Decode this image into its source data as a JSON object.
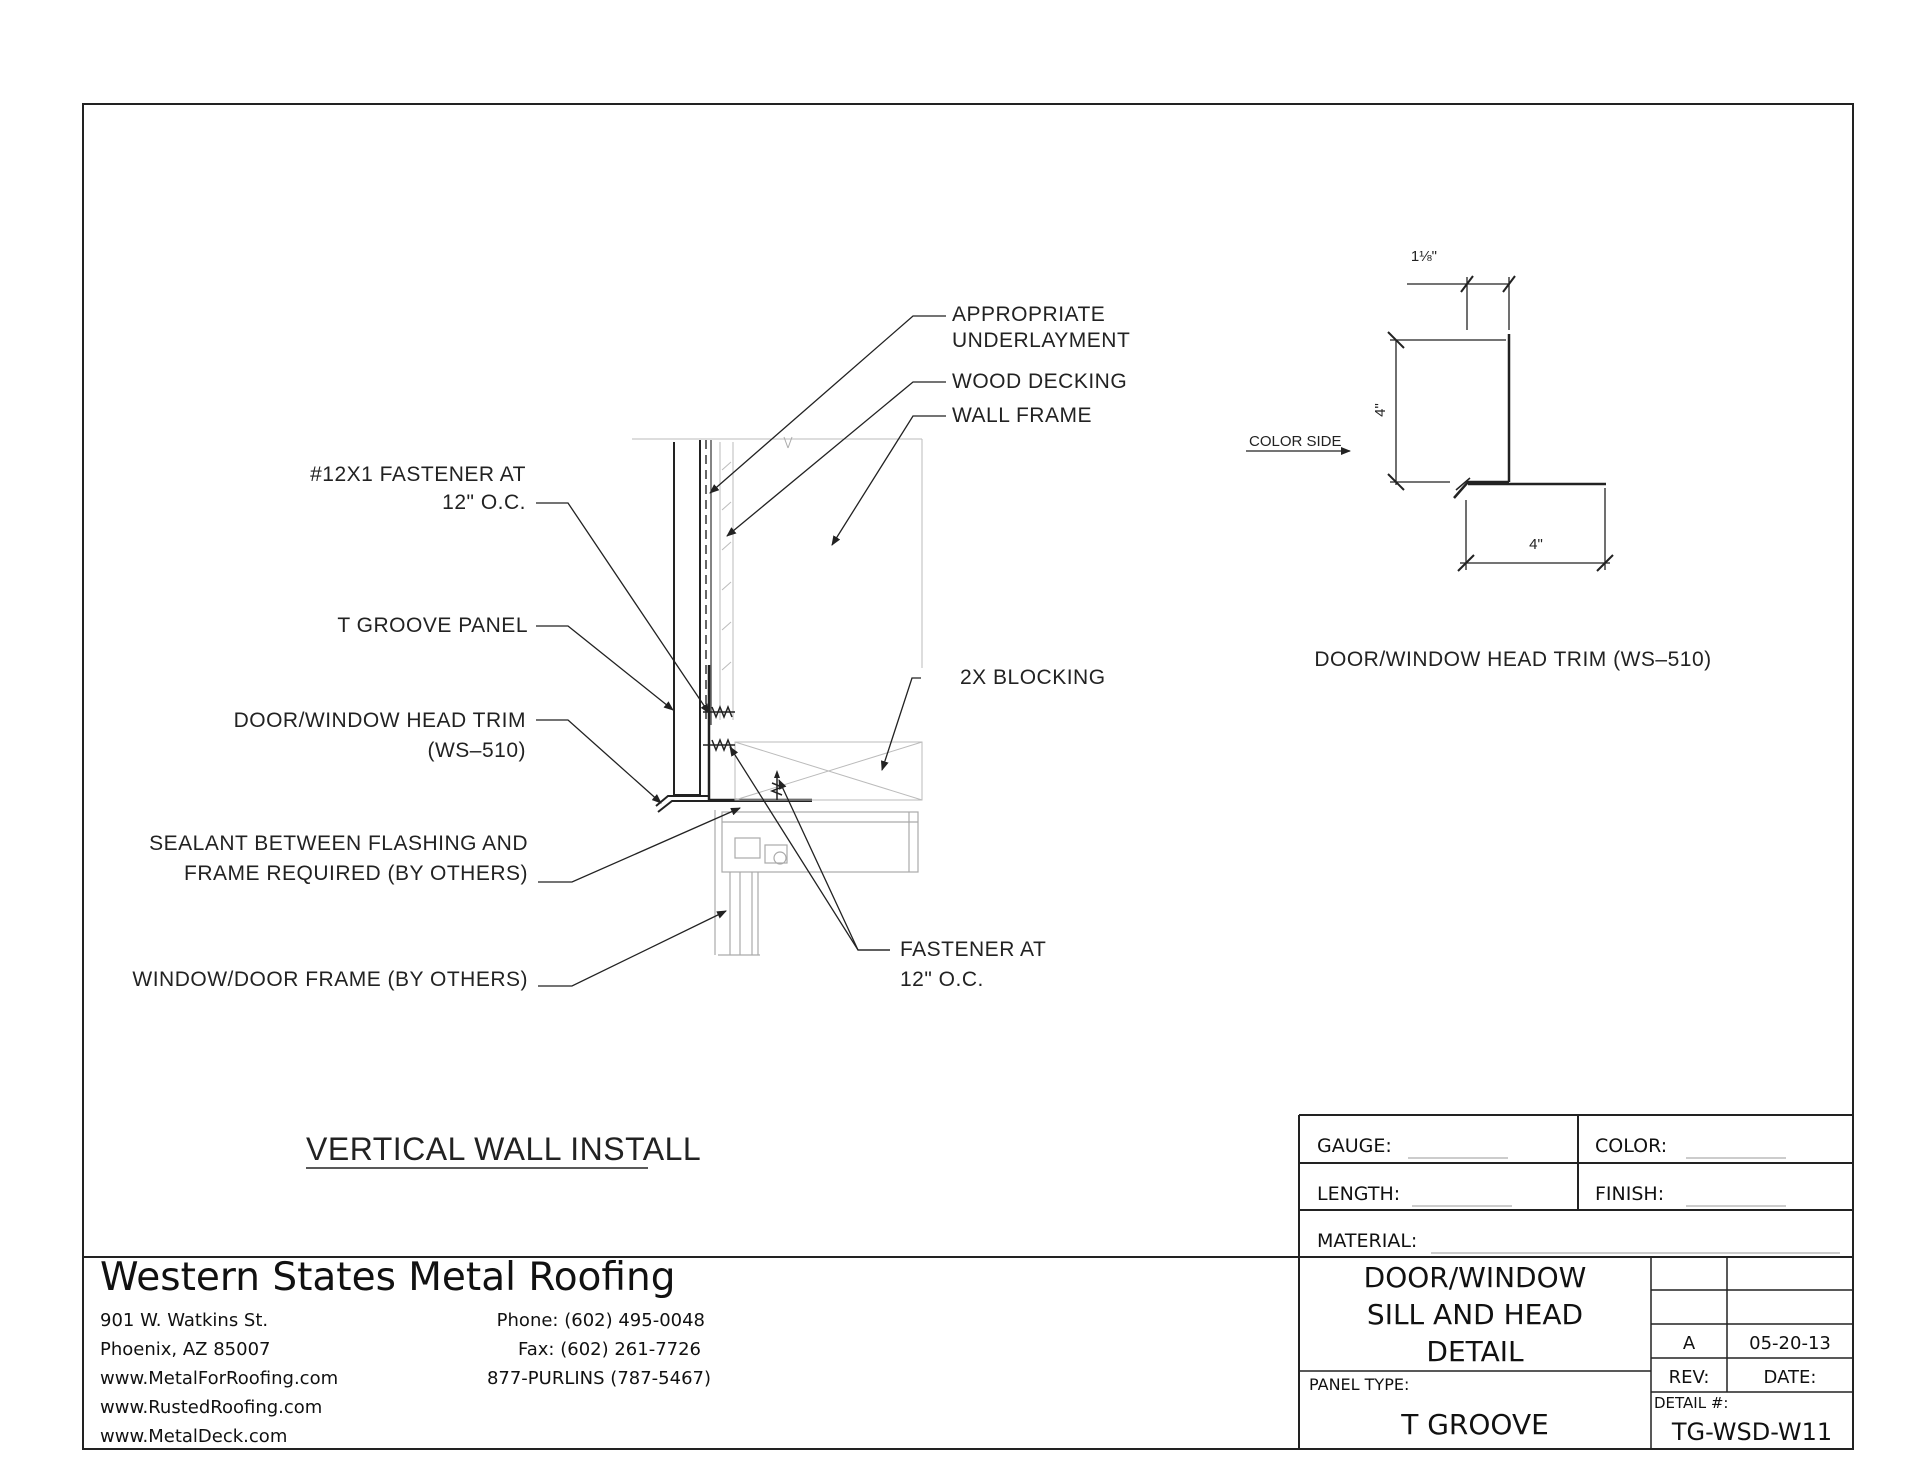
{
  "labels": {
    "underlayment_1": "APPROPRIATE",
    "underlayment_2": "UNDERLAYMENT",
    "wood_decking": "WOOD DECKING",
    "wall_frame": "WALL FRAME",
    "fastener_12x1_1": "#12X1 FASTENER AT",
    "fastener_12x1_2": "12\" O.C.",
    "t_groove_panel": "T GROOVE PANEL",
    "head_trim_1": "DOOR/WINDOW HEAD TRIM",
    "head_trim_2": "(WS–510)",
    "sealant_1": "SEALANT BETWEEN FLASHING AND",
    "sealant_2": "FRAME REQUIRED (BY OTHERS)",
    "window_frame": "WINDOW/DOOR FRAME (BY OTHERS)",
    "blocking": "2X BLOCKING",
    "fastener_1": "FASTENER AT",
    "fastener_2": "12\" O.C.",
    "view_title": "VERTICAL WALL INSTALL"
  },
  "profile": {
    "dim_top": "1⅛\"",
    "dim_left": "4\"",
    "dim_bottom": "4\"",
    "color_side": "COLOR SIDE",
    "caption": "DOOR/WINDOW HEAD TRIM (WS–510)"
  },
  "title_block": {
    "gauge_label": "GAUGE:",
    "color_label": "COLOR:",
    "length_label": "LENGTH:",
    "finish_label": "FINISH:",
    "material_label": "MATERIAL:",
    "company": "Western States Metal Roofing",
    "address_1": "901 W. Watkins St.",
    "address_2": "Phoenix, AZ 85007",
    "web_1": "www.MetalForRoofing.com",
    "web_2": "www.RustedRoofing.com",
    "web_3": "www.MetalDeck.com",
    "phone": "Phone: (602) 495-0048",
    "fax": "Fax: (602) 261-7726",
    "purlins": "877-PURLINS (787-5467)",
    "title_1": "DOOR/WINDOW",
    "title_2": "SILL AND HEAD",
    "title_3": "DETAIL",
    "panel_type_label": "PANEL TYPE:",
    "panel_type": "T GROOVE",
    "rev_value": "A",
    "date_value": "05-20-13",
    "rev_label": "REV:",
    "date_label": "DATE:",
    "detail_label": "DETAIL #:",
    "detail_value": "TG-WSD-W11"
  }
}
